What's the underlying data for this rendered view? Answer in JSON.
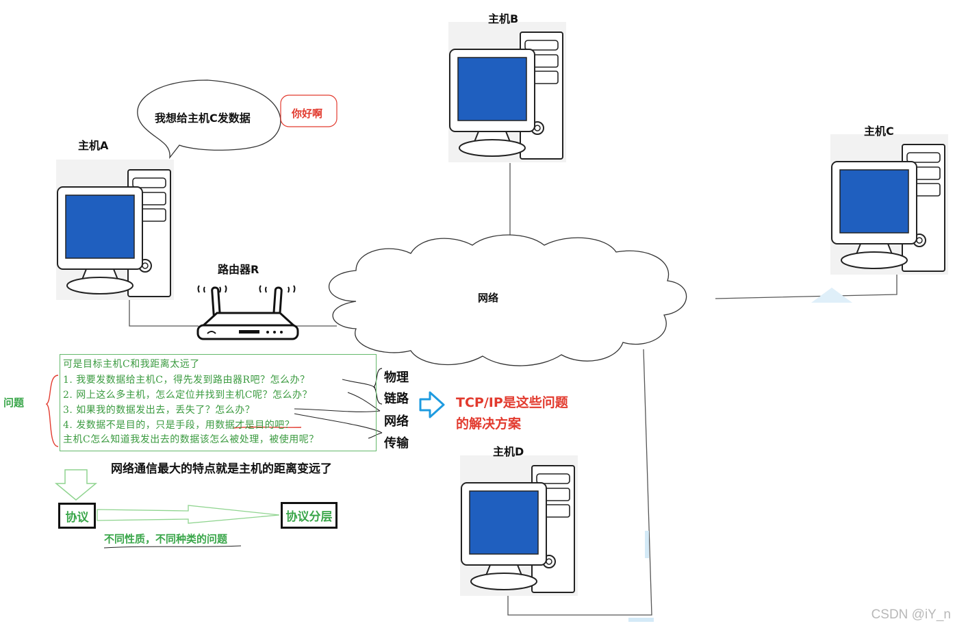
{
  "hosts": {
    "a": "主机A",
    "b": "主机B",
    "c": "主机C",
    "d": "主机D"
  },
  "router": "路由器R",
  "network": "网络",
  "bubble_a": "我想给主机C发数据",
  "bubble_c_reply": "你好啊",
  "questions": {
    "header": "可是目标主机C和我距离太远了",
    "items": [
      "1.  我要发数据给主机C，得先发到路由器R吧？怎么办？",
      "2.  网上这么多主机，怎么定位并找到主机C呢？怎么办？",
      "3.  如果我的数据发出去，丢失了？怎么办？",
      "4.  发数据不是目的，只是手段，用数据才是目的吧？",
      "     主机C怎么知道我发出去的数据该怎么被处理，被使用呢？"
    ],
    "side_label": "问题"
  },
  "layers": [
    "物理",
    "链路",
    "网络",
    "传输"
  ],
  "solution": [
    "TCP/IP是这些问题",
    "的解决方案"
  ],
  "key_point": "网络通信最大的特点就是主机的距离变远了",
  "protocol": "协议",
  "protocol_layering": "协议分层",
  "protocol_note": "不同性质，不同种类的问题",
  "watermark": "CSDN @iY_n",
  "colors": {
    "screen_blue": "#1f5fbf",
    "question_green": "#3a9a3f",
    "solution_red": "#e23a2e",
    "arrow_blue": "#1e9be0"
  }
}
